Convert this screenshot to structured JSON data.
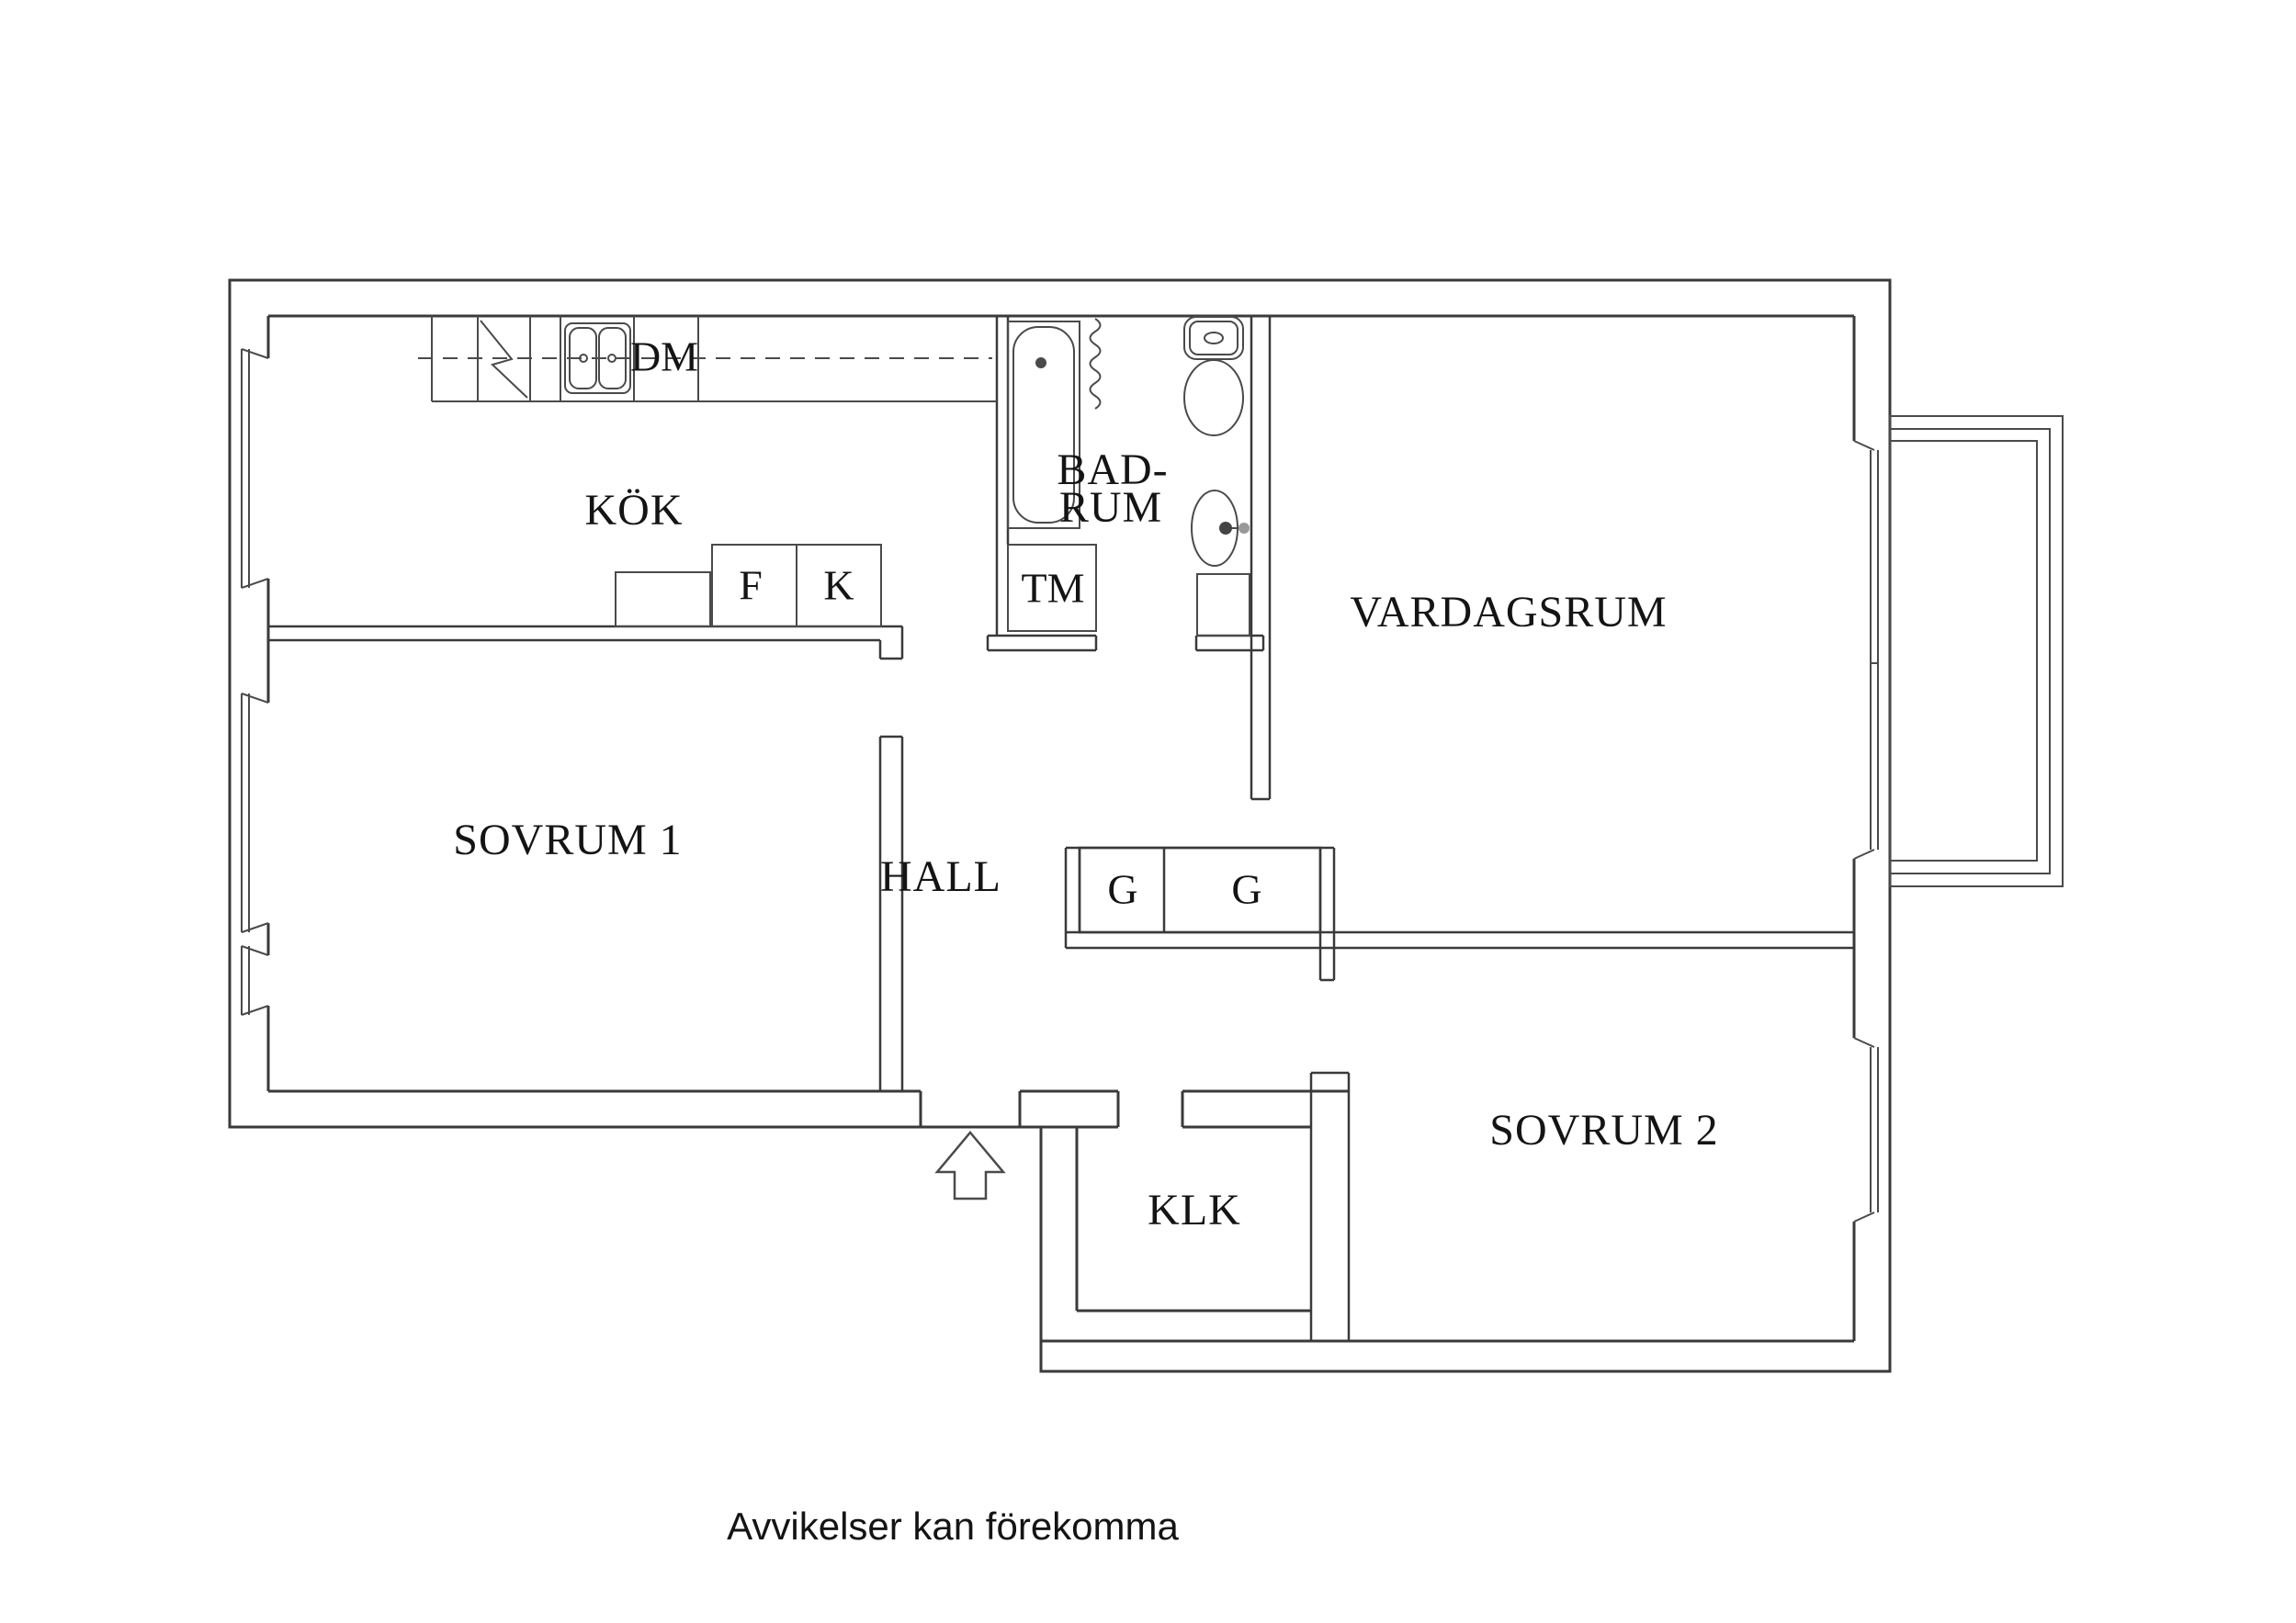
{
  "disclaimer": "Avvikelser kan förekomma",
  "rooms": [
    {
      "id": "kok",
      "label": "KÖK"
    },
    {
      "id": "badrum",
      "lines": [
        "BAD-",
        "RUM"
      ]
    },
    {
      "id": "vardagsrum",
      "label": "VARDAGSRUM"
    },
    {
      "id": "sovrum1",
      "label": "SOVRUM 1"
    },
    {
      "id": "hall",
      "label": "HALL"
    },
    {
      "id": "sovrum2",
      "label": "SOVRUM 2"
    },
    {
      "id": "klk",
      "label": "KLK"
    }
  ],
  "fixtures": {
    "dishwasher": "DM",
    "washing_machine": "TM",
    "fridge": "F",
    "freezer": "K",
    "wardrobe_1": "G",
    "wardrobe_2": "G"
  },
  "colors": {
    "wall_line": "#3a3a3a",
    "fixture_line": "#4a4a4a",
    "text": "#141414",
    "background": "#ffffff"
  }
}
